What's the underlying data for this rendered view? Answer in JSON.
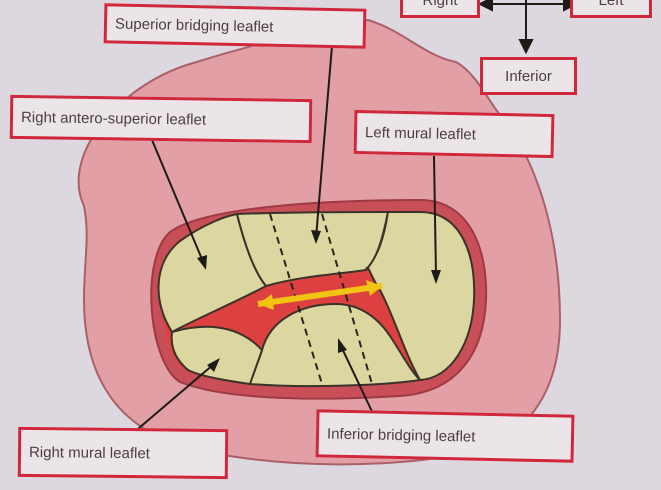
{
  "labels": {
    "superior_bridging": "Superior bridging leaflet",
    "right_antero_superior": "Right antero-superior leaflet",
    "left_mural": "Left mural leaflet",
    "inferior": "Inferior",
    "right": "Right",
    "left": "Left",
    "right_mural": "Right mural leaflet",
    "inferior_bridging": "Inferior bridging leaflet"
  },
  "colors": {
    "background": "#ddd8df",
    "heart_fill": "#e2a0a6",
    "heart_stroke": "#a9606a",
    "annulus": "#c84e57",
    "leaflet_fill": "#dcd6a0",
    "orifice": "#dd4040",
    "flow_arrow": "#f0c410",
    "label_border": "#d0273a"
  }
}
